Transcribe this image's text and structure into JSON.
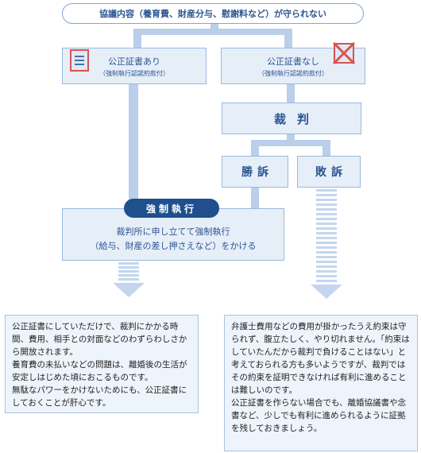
{
  "top": "協議内容（養育費、財産分与、慰謝料など）が守られない",
  "with_cert": {
    "main": "公正証書あり",
    "sub": "（強制執行認諾約款付）"
  },
  "without_cert": {
    "main": "公正証書なし",
    "sub": "（強制執行認諾約款付）"
  },
  "trial": "裁判",
  "win": "勝訴",
  "lose": "敗訴",
  "enforcement": {
    "label": "強制執行",
    "line1": "裁判所に申し立てて強制執行",
    "line2": "（給与、財産の差し押さえなど）をかける"
  },
  "note_left": [
    "公正証書にしていただけで、裁判にかかる時間、費用、相手との対面などのわずらわしさから開放されます。",
    "養育費の未払いなどの問題は、離婚後の生活が安定しはじめた頃におこるものです。",
    "無駄なパワーをかけないためにも、公正証書にしておくことが肝心です。"
  ],
  "note_right": [
    "弁護士費用などの費用が掛かったうえ約束は守られず、腹立たしく、やり切れません。「約束はしていたんだから裁判で負けることはない」と考えておられる方も多いようですが、裁判ではその約束を証明できなければ有利に進めることは難しいのです。",
    "公正証書を作らない場合でも、離婚協議書や念書など、少しでも有利に進められるように証拠を残しておきましょう。"
  ],
  "colors": {
    "connector": "#b9cfea",
    "node_fill": "#e6eef8",
    "node_border": "#9ab9df",
    "pill": "#1f4f8c",
    "mark": "#d9534f"
  },
  "icons": [
    "document-icon",
    "cross-icon",
    "down-arrow-icon"
  ]
}
